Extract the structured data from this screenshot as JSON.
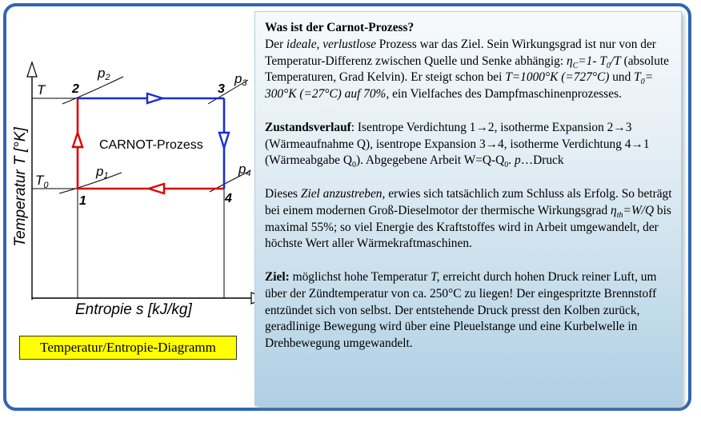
{
  "diagram": {
    "y_axis_label": "Temperatur  T [°K]",
    "x_axis_label": "Entropie  s [kJ/kg]",
    "process_label": "CARNOT-Prozess",
    "temp_labels": {
      "T": "T",
      "T0": "T",
      "T0_sub": "0"
    },
    "point_labels": [
      "1",
      "2",
      "3",
      "4"
    ],
    "pressure_labels": [
      {
        "p": "p",
        "sub": "1"
      },
      {
        "p": "p",
        "sub": "2"
      },
      {
        "p": "p",
        "sub": "3"
      },
      {
        "p": "p",
        "sub": "4"
      }
    ],
    "caption": "Temperatur/Entropie-Diagramm",
    "colors": {
      "compression_and_heat_release": "#e00000",
      "expansion": "#1a2ecf",
      "axes": "#000000",
      "frame": "#2f66b3"
    }
  },
  "info": {
    "title": "Was ist der Carnot-Prozess?",
    "p1": {
      "a": "Der ",
      "b": "ideale, verlustlose",
      "c": " Prozess war das Ziel. Sein Wirkungsgrad  ist nur von der Temperatur-Differenz zwischen Quelle und Senke abhängig: ",
      "eta": "η",
      "eta_sub": "C",
      "d": "=1- T",
      "e_sub": "0",
      "f": "/T",
      "g": "  (absolute Temperaturen, Grad Kelvin). Er steigt schon bei ",
      "h": "T=1000°K (=727°C)",
      "i": " und ",
      "j": "T",
      "j_sub": "0",
      "k": "= 300°K (=27°C) auf 70%,",
      "l": " ein Vielfaches des Dampfmaschinenprozesses."
    },
    "p2": {
      "head": "Zustandsverlauf",
      "a": ": Isentrope Verdichtung 1→2, isotherme Expansion 2→3 (Wärmeaufnahme Q), isentrope Expansion 3→4, isotherme Verdichtung 4→1 (Wärmeabgabe Q",
      "a_sub": "0",
      "b": ").  Abgegebene Arbeit W=Q-Q",
      "b_sub": "0",
      "c": ". ",
      "d": "p",
      "e": "…Druck"
    },
    "p3": {
      "a": "Dieses ",
      "b": "Ziel anzustreben",
      "c": ", erwies sich tatsächlich zum Schluss als Erfolg. So beträgt bei einem modernen Groß-Dieselmotor der thermische Wirkungsgrad ",
      "eta": "η",
      "eta_sub": "th",
      "d": "=W/Q",
      "e": " bis maximal 55%; so viel Energie des Kraftstoffes wird in Arbeit umgewandelt, der höchste Wert aller Wärmekraftmaschinen."
    },
    "p4": {
      "head": "Ziel:",
      "a": " möglichst hohe Temperatur ",
      "b": "T,",
      "c": "  erreicht durch hohen Druck reiner Luft, um über der Zündtemperatur von ca. 250°C zu liegen! Der eingespritzte Brennstoff entzündet sich von selbst. Der entstehende Druck presst den Kolben zurück, geradlinige Bewegung wird über eine Pleuelstange und eine Kurbelwelle in Drehbewegung umgewandelt."
    }
  }
}
